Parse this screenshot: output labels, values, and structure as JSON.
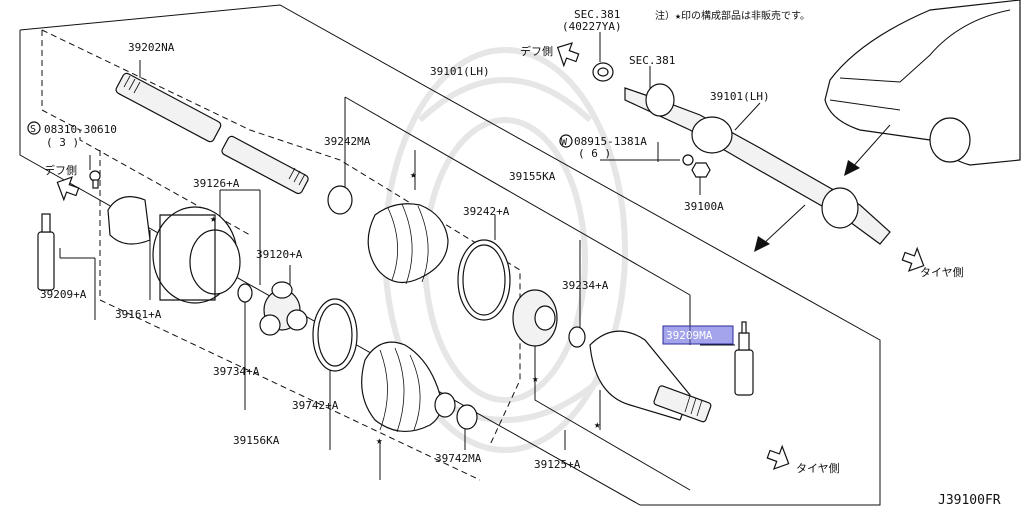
{
  "diagram": {
    "drawing_id": "J39100FR",
    "note": "注）★印の構成部品は非販売です。",
    "side_labels": {
      "diff_side_top": "デフ側",
      "diff_side_left": "デフ側",
      "tire_side_top": "タイヤ側",
      "tire_side_bottom": "タイヤ側"
    },
    "part_labels": {
      "p39202NA": "39202NA",
      "p08310_1": "08310-30610",
      "p08310_2": "( 3 )",
      "p39126A": "39126+A",
      "p39120A": "39120+A",
      "p39209A": "39209+A",
      "p39161A": "39161+A",
      "p39734A": "39734+A",
      "p39156KA": "39156KA",
      "p39742A": "39742+A",
      "p39742MA": "39742MA",
      "p39242MA": "39242MA",
      "p39101LH_a": "39101(LH)",
      "p39155KA": "39155KA",
      "p39242A": "39242+A",
      "p39234A": "39234+A",
      "p39209MA": "39209MA",
      "p39125A": "39125+A",
      "sec381a": "SEC.381",
      "sec381b": "(40227YA)",
      "sec381c": "SEC.381",
      "p39101LH_b": "39101(LH)",
      "p08915_1": "08915-1381A",
      "p08915_2": "( 6 )",
      "p39100A": "39100A"
    },
    "circle_S": "S",
    "circle_W": "W",
    "star": "★"
  },
  "colors": {
    "highlight": "#5a5adf",
    "ink": "#111111"
  }
}
